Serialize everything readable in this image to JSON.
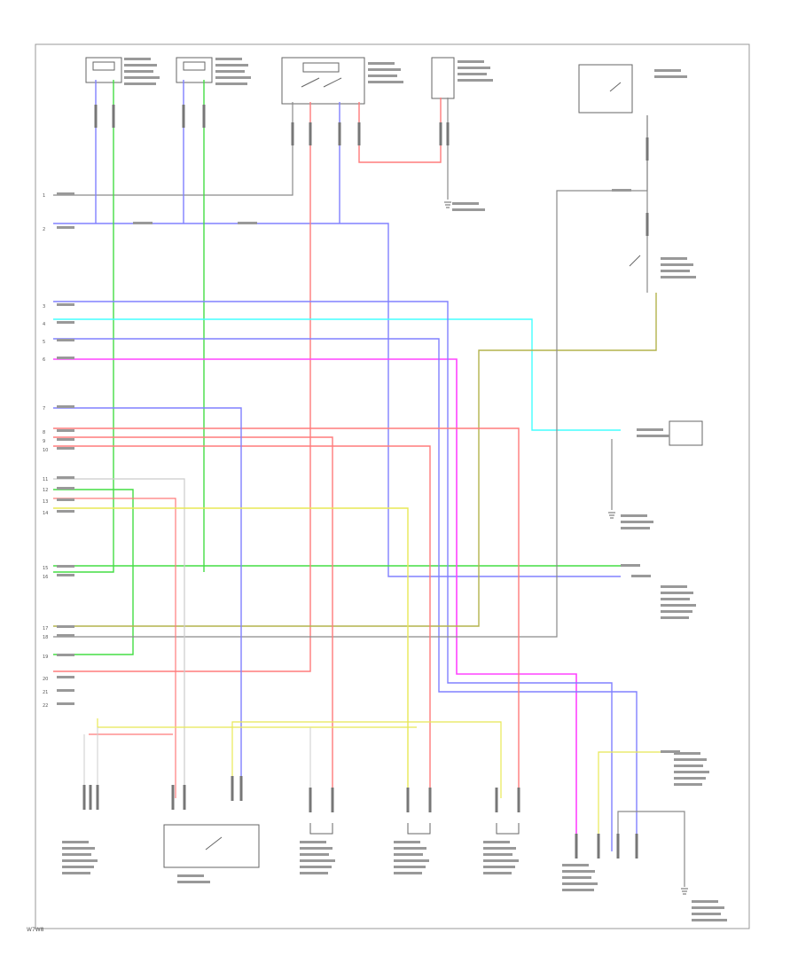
{
  "page_code": "W7W8",
  "colors": {
    "frame": "#999999",
    "outline": "#666666",
    "blue": "#8080ff",
    "green": "#44dd44",
    "red": "#ff7b7b",
    "pink": "#ff44ff",
    "cyan": "#44ffff",
    "olive": "#b3b34d",
    "yellow": "#e8e855",
    "gray": "#8a8a8a",
    "grn_yel": "#99dd66",
    "lt_gray": "#cccccc"
  },
  "connector_rows": [
    "1",
    "2",
    "3",
    "4",
    "5",
    "6",
    "7",
    "8",
    "9",
    "10",
    "11",
    "12",
    "13",
    "14",
    "15",
    "16",
    "17",
    "18",
    "19",
    "20",
    "21",
    "22"
  ]
}
